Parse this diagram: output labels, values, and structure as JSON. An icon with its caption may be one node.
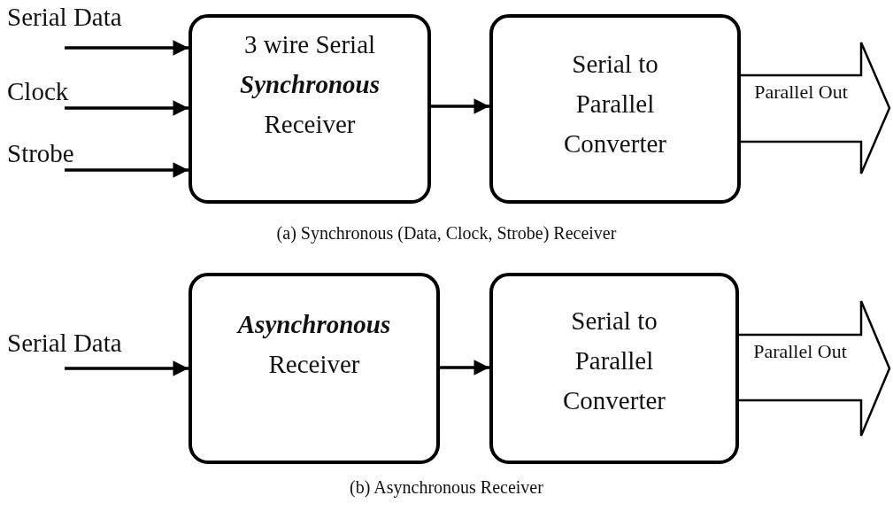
{
  "diagram": {
    "nodes": [
      {
        "text": [
          "Serial Data"
        ]
      },
      {
        "text": [
          "Clock"
        ]
      },
      {
        "text": [
          "Strobe"
        ]
      },
      {
        "text": [
          "3 wire Serial **Synchronous** Receiver"
        ]
      },
      {
        "text": [
          "Serial to Parallel Converter"
        ]
      },
      {
        "text": [
          "Parallel Out"
        ]
      },
      {
        "text": [
          "Serial Data"
        ]
      },
      {
        "text": [
          "**Asynchronous** Receiver"
        ]
      },
      {
        "text": [
          "Serial to Parallel Converter"
        ]
      },
      {
        "text": [
          "Parallel Out"
        ]
      }
    ],
    "edges": [
      {
        "from": 0,
        "to": 3,
        "arrow": "to"
      },
      {
        "from": 1,
        "to": 3,
        "arrow": "to"
      },
      {
        "from": 2,
        "to": 3,
        "arrow": "to"
      },
      {
        "from": 3,
        "to": 4,
        "arrow": "to"
      },
      {
        "from": 6,
        "to": 7,
        "arrow": "to"
      },
      {
        "from": 7,
        "to": 8,
        "arrow": "to"
      }
    ],
    "labels": [
      "(a) Synchronous (Data, Clock, Strobe) Receiver",
      "(b) Asynchronous Receiver"
    ]
  }
}
